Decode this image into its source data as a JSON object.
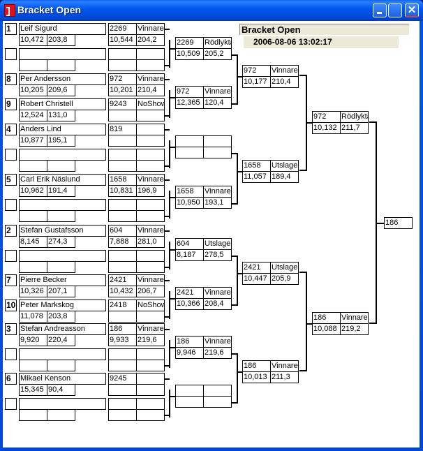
{
  "window": {
    "title": "Bracket Open"
  },
  "header": {
    "title": "Bracket Open",
    "datetime": "2006-08-06 13:02:17"
  },
  "round1": [
    {
      "seed": "1",
      "name": "Leif Sigurd",
      "rt": "10,472",
      "speed": "203,8",
      "id": "2269",
      "status": "Vinnare",
      "rt2": "10,544",
      "speed2": "204,2"
    },
    {
      "seed": "",
      "name": "",
      "rt": "",
      "speed": "",
      "id": "",
      "status": "",
      "rt2": "",
      "speed2": ""
    },
    {
      "seed": "8",
      "name": "Per Andersson",
      "rt": "10,205",
      "speed": "209,6",
      "id": "972",
      "status": "Vinnare",
      "rt2": "10,201",
      "speed2": "210,4"
    },
    {
      "seed": "9",
      "name": "Robert Christell",
      "rt": "12,524",
      "speed": "131,0",
      "id": "9243",
      "status": "NoShow",
      "rt2": "",
      "speed2": ""
    },
    {
      "seed": "4",
      "name": "Anders Lind",
      "rt": "10,877",
      "speed": "195,1",
      "id": "819",
      "status": "",
      "rt2": "",
      "speed2": ""
    },
    {
      "seed": "",
      "name": "",
      "rt": "",
      "speed": "",
      "id": "",
      "status": "",
      "rt2": "",
      "speed2": ""
    },
    {
      "seed": "5",
      "name": "Carl Erik Näslund",
      "rt": "10,962",
      "speed": "191,4",
      "id": "1658",
      "status": "Vinnare",
      "rt2": "10,831",
      "speed2": "196,9"
    },
    {
      "seed": "",
      "name": "",
      "rt": "",
      "speed": "",
      "id": "",
      "status": "",
      "rt2": "",
      "speed2": ""
    },
    {
      "seed": "2",
      "name": "Stefan Gustafsson",
      "rt": "8,145",
      "speed": "274,3",
      "id": "604",
      "status": "Vinnare",
      "rt2": "7,888",
      "speed2": "281,0"
    },
    {
      "seed": "",
      "name": "",
      "rt": "",
      "speed": "",
      "id": "",
      "status": "",
      "rt2": "",
      "speed2": ""
    },
    {
      "seed": "7",
      "name": "Pierre Becker",
      "rt": "10,326",
      "speed": "207,1",
      "id": "2421",
      "status": "Vinnare",
      "rt2": "10,432",
      "speed2": "206,7"
    },
    {
      "seed": "10",
      "name": "Peter Markskog",
      "rt": "11,078",
      "speed": "203,8",
      "id": "2418",
      "status": "NoShow",
      "rt2": "",
      "speed2": ""
    },
    {
      "seed": "3",
      "name": "Stefan Andreasson",
      "rt": "9,920",
      "speed": "220,4",
      "id": "186",
      "status": "Vinnare",
      "rt2": "9,933",
      "speed2": "219,6"
    },
    {
      "seed": "",
      "name": "",
      "rt": "",
      "speed": "",
      "id": "",
      "status": "",
      "rt2": "",
      "speed2": ""
    },
    {
      "seed": "6",
      "name": "Mikael Kenson",
      "rt": "15,345",
      "speed": "90,4",
      "id": "9245",
      "status": "",
      "rt2": "",
      "speed2": ""
    },
    {
      "seed": "",
      "name": "",
      "rt": "",
      "speed": "",
      "id": "",
      "status": "",
      "rt2": "",
      "speed2": ""
    }
  ],
  "round2": [
    {
      "id": "2269",
      "status": "Rödlykta",
      "rt": "10,509",
      "speed": "205,2"
    },
    {
      "id": "972",
      "status": "Vinnare",
      "rt": "12,365",
      "speed": "120,4"
    },
    {
      "id": "",
      "status": "",
      "rt": "",
      "speed": ""
    },
    {
      "id": "1658",
      "status": "Vinnare",
      "rt": "10,950",
      "speed": "193,1"
    },
    {
      "id": "604",
      "status": "Utslagen",
      "rt": "8,187",
      "speed": "278,5"
    },
    {
      "id": "2421",
      "status": "Vinnare",
      "rt": "10,366",
      "speed": "208,4"
    },
    {
      "id": "186",
      "status": "Vinnare",
      "rt": "9,946",
      "speed": "219,6"
    },
    {
      "id": "",
      "status": "",
      "rt": "",
      "speed": ""
    }
  ],
  "round3": [
    {
      "id": "972",
      "status": "Vinnare",
      "rt": "10,177",
      "speed": "210,4"
    },
    {
      "id": "1658",
      "status": "Utslagen",
      "rt": "11,057",
      "speed": "189,4"
    },
    {
      "id": "2421",
      "status": "Utslagen",
      "rt": "10,447",
      "speed": "205,9"
    },
    {
      "id": "186",
      "status": "Vinnare",
      "rt": "10,013",
      "speed": "211,3"
    }
  ],
  "round4": [
    {
      "id": "972",
      "status": "Rödlykta",
      "rt": "10,132",
      "speed": "211,7"
    },
    {
      "id": "186",
      "status": "Vinnare",
      "rt": "10,088",
      "speed": "219,2"
    }
  ],
  "final": {
    "id": "186"
  }
}
